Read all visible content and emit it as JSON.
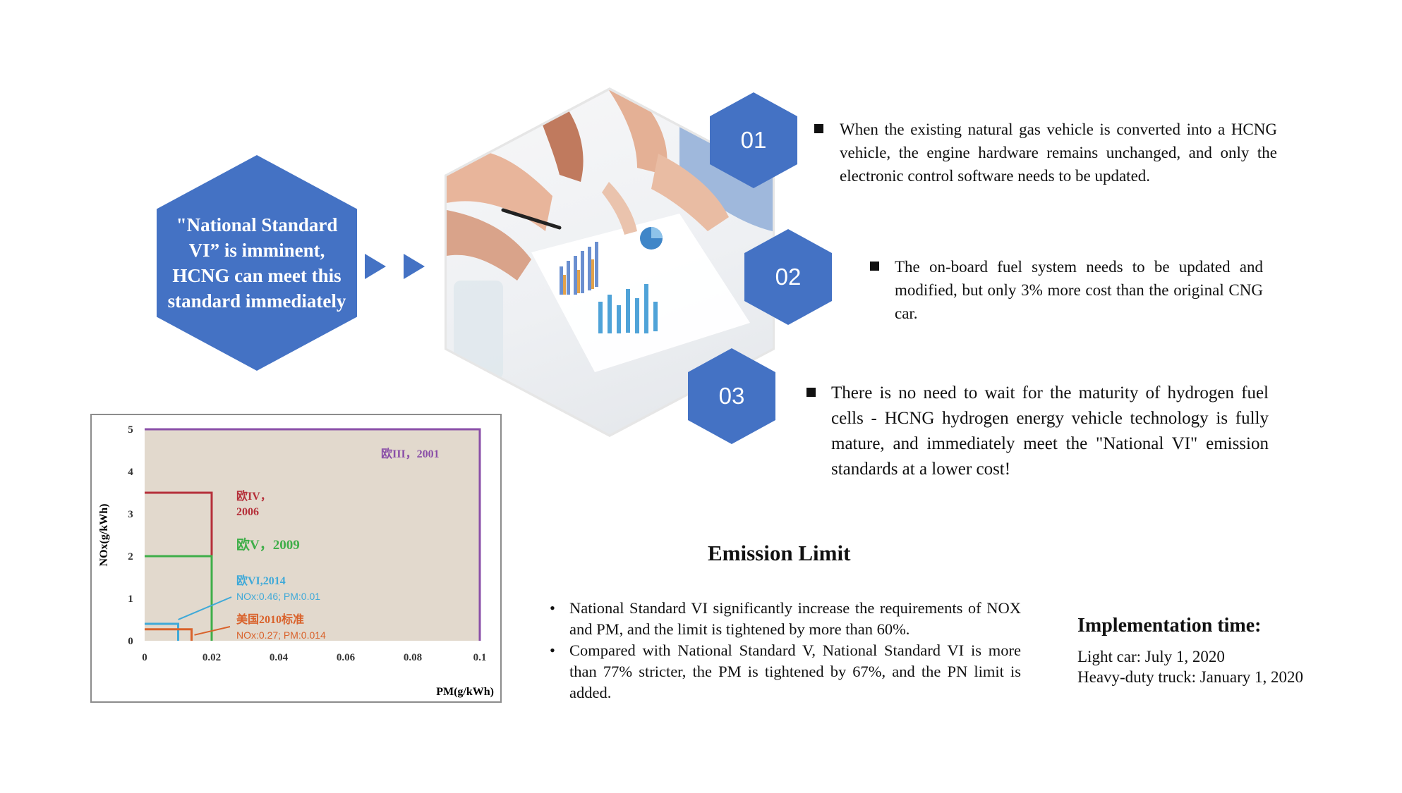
{
  "left_hex": {
    "text": "\"National Standard VI” is imminent, HCNG can meet this standard immediately"
  },
  "photo": {
    "icon": "business-meeting-photo"
  },
  "points": [
    {
      "number": "01",
      "text": "When the existing natural gas vehicle is converted into a HCNG vehicle, the engine hardware remains unchanged, and only the electronic control software needs to be updated."
    },
    {
      "number": "02",
      "text": "The on-board fuel system needs to be updated and modified, but only 3% more cost than the original CNG car."
    },
    {
      "number": "03",
      "text": "There is no need to wait for the maturity of hydrogen fuel cells - HCNG hydrogen energy vehicle technology is fully mature, and immediately meet the \"National VI\" emission standards at a lower cost!"
    }
  ],
  "chart_data": {
    "type": "line",
    "xlabel": "PM(g/kWh)",
    "ylabel": "NOx(g/kWh)",
    "xlim": [
      0,
      0.1
    ],
    "ylim": [
      0,
      5
    ],
    "xticks": [
      "0",
      "0.02",
      "0.04",
      "0.06",
      "0.08",
      "0.1"
    ],
    "yticks": [
      "0",
      "1",
      "2",
      "3",
      "4",
      "5"
    ],
    "grid": false,
    "background": "#e2d9cd",
    "series": [
      {
        "name": "欧III，2001",
        "color": "#8a4fa8",
        "nox": 5.0,
        "pm": 0.1
      },
      {
        "name": "欧IV，2006",
        "color": "#b5303a",
        "nox": 3.5,
        "pm": 0.02
      },
      {
        "name": "欧V，2009",
        "color": "#3fae49",
        "nox": 2.0,
        "pm": 0.02
      },
      {
        "name": "欧VI,2014",
        "color": "#3fa9d8",
        "nox": 0.4,
        "pm": 0.01
      },
      {
        "name": "美国2010标准",
        "color": "#d9622b",
        "nox": 0.27,
        "pm": 0.014
      }
    ],
    "annotations": [
      {
        "text": "NOx:0.46; PM:0.01",
        "color": "#3fa9d8"
      },
      {
        "text": "NOx:0.27; PM:0.014",
        "color": "#d9622b"
      }
    ]
  },
  "emission": {
    "title": "Emission Limit",
    "bullets": [
      "National Standard VI significantly increase the requirements of NOX and PM, and the limit is tightened by more than 60%.",
      "Compared with National Standard V, National Standard VI  is more than 77% stricter, the PM is tightened by 67%, and the PN limit is added."
    ]
  },
  "implementation": {
    "title": "Implementation time:",
    "lines": [
      "Light car: July 1, 2020",
      "Heavy-duty truck: January 1, 2020"
    ]
  }
}
